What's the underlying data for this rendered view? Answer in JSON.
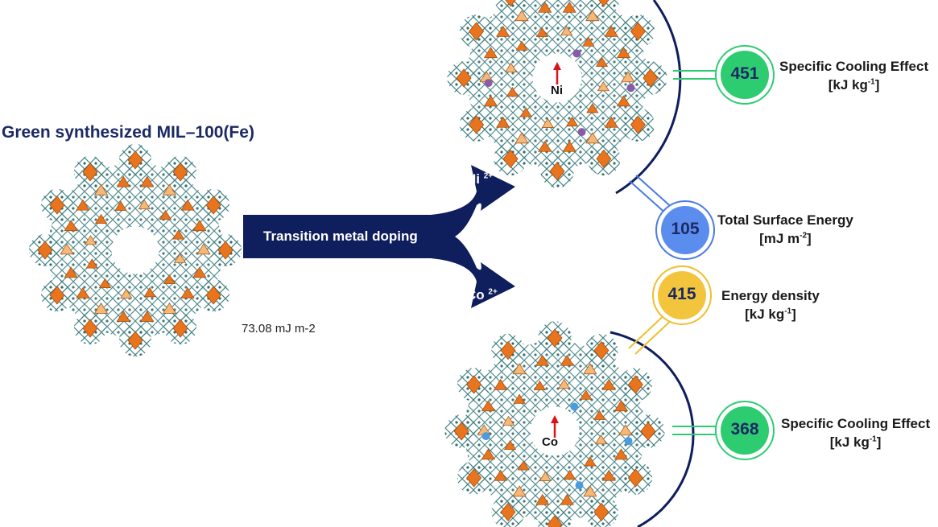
{
  "title": "Green synthesized MIL–100(Fe)",
  "surface_energy_note": "73.08 mJ m-2",
  "arrow": {
    "label": "Transition metal doping",
    "branch_ni": {
      "text": "Ni",
      "charge": "2+"
    },
    "branch_co": {
      "text": "Co",
      "charge": "2+"
    }
  },
  "frameworks": {
    "ni_marker": "Ni",
    "co_marker": "Co"
  },
  "metrics": [
    {
      "value": "451",
      "label": "Specific Cooling Effect",
      "unit_pre": "[kJ kg",
      "unit_sup": "-1",
      "unit_post": "]",
      "color": "#2ecc71",
      "ring": "#2ecc71"
    },
    {
      "value": "105",
      "label": "Total Surface Energy",
      "unit_pre": "[mJ m",
      "unit_sup": "-2",
      "unit_post": "]",
      "color": "#5b8def",
      "ring": "#4a7be0"
    },
    {
      "value": "415",
      "label": "Energy density",
      "unit_pre": "[kJ kg",
      "unit_sup": "-1",
      "unit_post": "]",
      "color": "#f3c53c",
      "ring": "#efbf2f"
    },
    {
      "value": "368",
      "label": "Specific Cooling Effect",
      "unit_pre": "[kJ kg",
      "unit_sup": "-1",
      "unit_post": "]",
      "color": "#2ecc71",
      "ring": "#2ecc71"
    }
  ],
  "colors": {
    "navy": "#0f1e5c",
    "orange": "#e8741e",
    "light_orange": "#f6b877",
    "teal": "#3e7f82",
    "ni_dot": "#8a5aa8",
    "co_dot": "#4a9be0",
    "red_arrow": "#d8141a"
  }
}
